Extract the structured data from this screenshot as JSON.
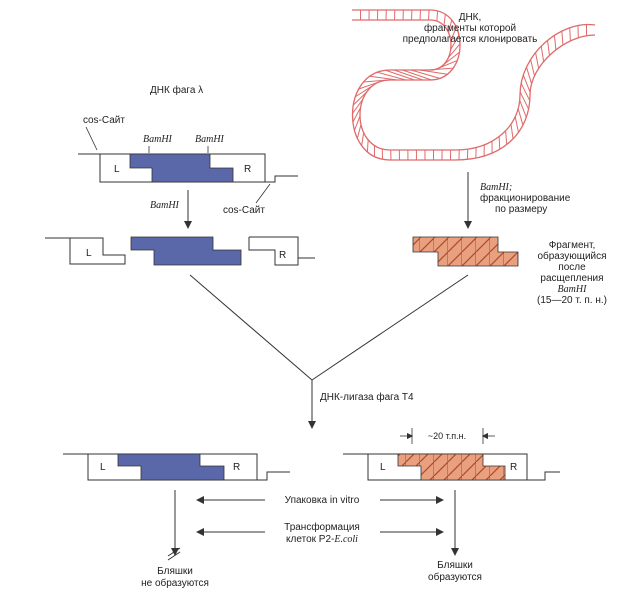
{
  "labels": {
    "dna_title_line1": "ДНК,",
    "dna_title_line2": "фрагменты которой",
    "dna_title_line3": "предполагается клонировать",
    "phage_dna": "ДНК фага λ",
    "cos_site_top": "cos-Сайт",
    "cos_site_bottom": "cos-Сайт",
    "bamhi_1": "BamHI",
    "bamhi_2": "BamHI",
    "bamhi_arrow": "BamHI",
    "bamhi_right_line1": "BamHI;",
    "bamhi_right_line2": "фракционирование",
    "bamhi_right_line3": "по размеру",
    "fragment_line1": "Фрагмент,",
    "fragment_line2": "образующийся",
    "fragment_line3": "после",
    "fragment_line4": "расщепления",
    "fragment_line5": "BamHI",
    "fragment_line6": "(15—20 т. п. н.)",
    "ligase": "ДНК-лигаза фага Т4",
    "size_20": "~20 т.п.н.",
    "packaging": "Упаковка in vitro",
    "transform_line1": "Трансформация",
    "transform_line2": "клеток Р2-",
    "transform_line2_italic": "E.coli",
    "no_plaques_line1": "Бляшки",
    "no_plaques_line2": "не образуются",
    "plaques_line1": "Бляшки",
    "plaques_line2": "образуются",
    "L": "L",
    "R": "R"
  },
  "colors": {
    "phage_insert": "#5a67a8",
    "foreign_insert": "#e8a07e",
    "foreign_hatch": "#b2492c",
    "dna_strand": "#e06a6a",
    "line": "#333333"
  }
}
